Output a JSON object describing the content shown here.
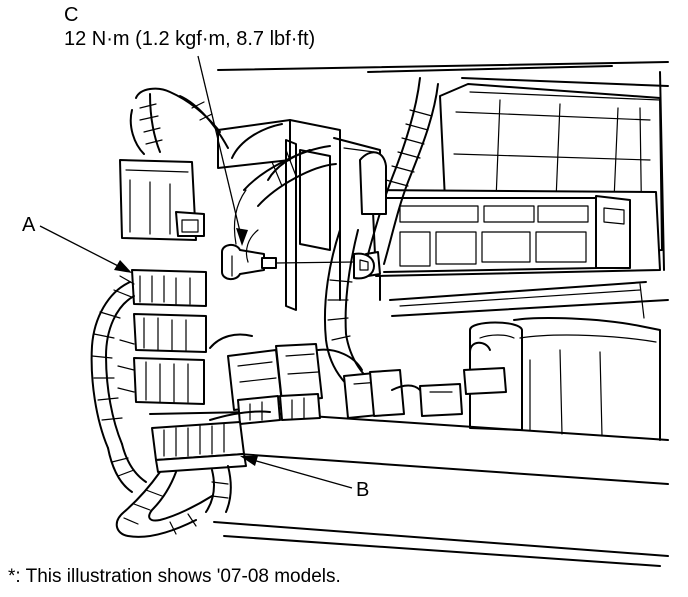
{
  "callouts": {
    "a": "A",
    "b": "B",
    "c": "C"
  },
  "torque_spec": "12 N·m (1.2 kgf·m, 8.7 lbf·ft)",
  "footnote": "*: This illustration shows '07-08 models."
}
